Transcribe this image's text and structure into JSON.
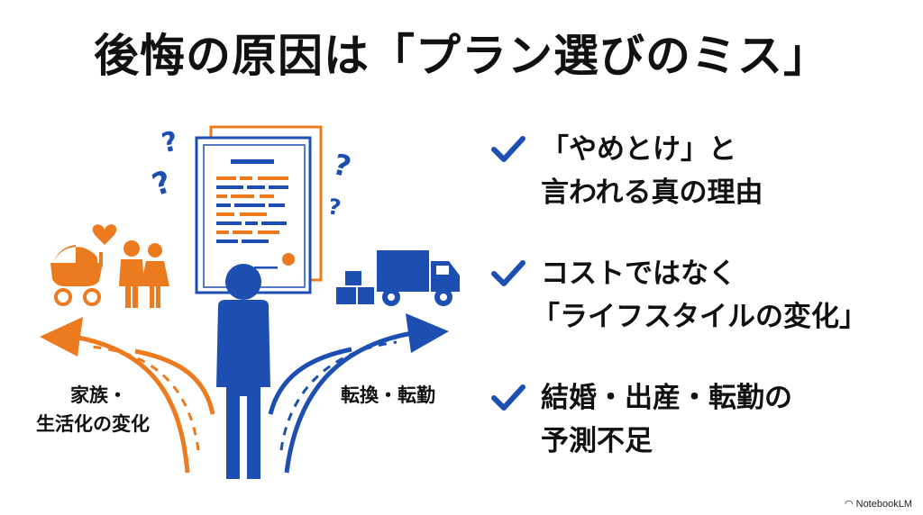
{
  "title": "後悔の原因は「プラン選びのミス」",
  "illustration": {
    "left_label_line1": "家族・",
    "left_label_line2": "生活化の変化",
    "right_label": "転換・転勤",
    "question_marks": [
      "?",
      "?",
      "?",
      "?"
    ],
    "colors": {
      "orange": "#EC7A1F",
      "blue": "#1D4FB3"
    },
    "icons": [
      "document-icon",
      "person-icon",
      "stroller-icon",
      "couple-icon",
      "heart-icon",
      "truck-icon",
      "boxes-icon"
    ]
  },
  "checklist": [
    {
      "line1": "「やめとけ」と",
      "line2": "言われる真の理由"
    },
    {
      "line1": "コストではなく",
      "line2": "「ライフスタイルの変化」"
    },
    {
      "line1": "結婚・出産・転勤の",
      "line2": "予測不足"
    }
  ],
  "watermark": "NotebookLM"
}
